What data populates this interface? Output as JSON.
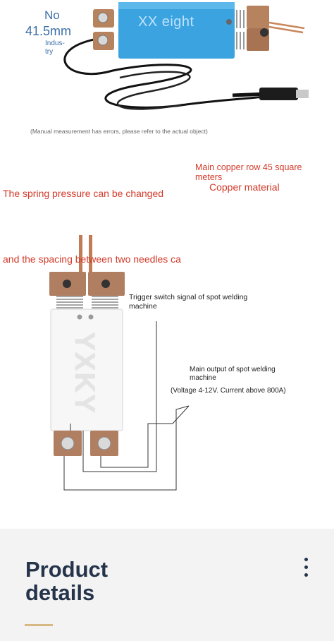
{
  "top_image": {
    "no_label": "No",
    "size_label": "41.5mm",
    "industry_label": "Indus-try",
    "brand_text": "XX eight",
    "measure_note": "(Manual measurement has errors, please refer to the actual object)"
  },
  "annotations": {
    "copper_row": "Main copper row 45 square meters",
    "copper_material": "Copper material",
    "spring_pressure": "The spring pressure can be changed",
    "needle_spacing": "and the spacing between two needles ca",
    "trigger_signal": "Trigger switch signal of spot welding machine",
    "main_output": "Main output of spot welding machine",
    "voltage": "(Voltage 4-12V. Current above 800A)",
    "device_brand": "YXKY"
  },
  "details": {
    "title": "Product details"
  },
  "colors": {
    "blue_body": "#3aa3e0",
    "copper": "#b7835f",
    "annotation_red": "#d43a2a",
    "title_navy": "#25344a",
    "accent_gold": "#d8b884"
  }
}
